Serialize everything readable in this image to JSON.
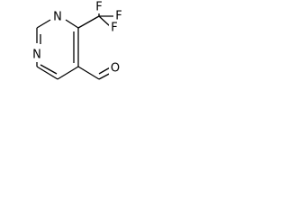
{
  "molecule": {
    "atoms": {
      "n_top": "N",
      "n_left": "N",
      "f_top": "F",
      "f_right": "F",
      "f_bottom": "F",
      "o_aldehyde": "O"
    }
  }
}
